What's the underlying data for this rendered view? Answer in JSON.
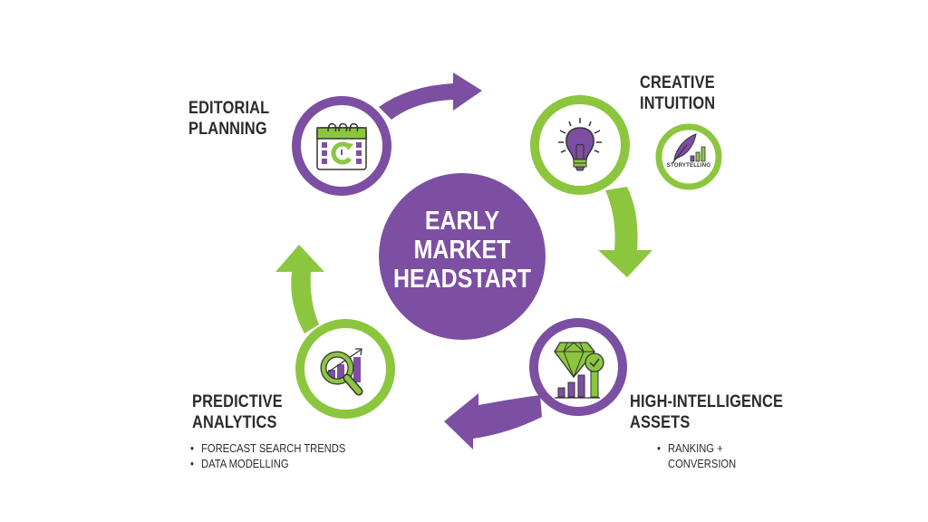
{
  "colors": {
    "purple": "#7c4fa3",
    "green": "#8cc63f",
    "text": "#2b2b2b",
    "background": "#ffffff"
  },
  "center": {
    "lines": [
      "EARLY",
      "MARKET",
      "HEADSTART"
    ]
  },
  "nodes": [
    {
      "id": "editorial-planning",
      "title_lines": [
        "EDITORIAL",
        "PLANNING"
      ],
      "ring_color": "purple",
      "icon": "calendar-refresh-icon",
      "bullets": []
    },
    {
      "id": "creative-intuition",
      "title_lines": [
        "CREATIVE",
        "INTUITION"
      ],
      "ring_color": "green",
      "icon": "lightbulb-icon",
      "secondary_icon": "quill-storytelling-icon",
      "secondary_label": "STORYTELLING",
      "bullets": []
    },
    {
      "id": "high-intelligence-assets",
      "title_lines": [
        "HIGH-INTELLIGENCE",
        "ASSETS"
      ],
      "ring_color": "purple",
      "icon": "diamond-growth-chart-icon",
      "bullets": [
        "RANKING +",
        "CONVERSION"
      ]
    },
    {
      "id": "predictive-analytics",
      "title_lines": [
        "PREDICTIVE",
        "ANALYTICS"
      ],
      "ring_color": "green",
      "icon": "magnifier-chart-icon",
      "bullets": [
        "FORECAST SEARCH TRENDS",
        "DATA MODELLING"
      ]
    }
  ],
  "arrows": [
    {
      "from": "editorial-planning",
      "to": "creative-intuition",
      "color": "purple",
      "direction": "right"
    },
    {
      "from": "creative-intuition",
      "to": "high-intelligence-assets",
      "color": "green",
      "direction": "down"
    },
    {
      "from": "high-intelligence-assets",
      "to": "predictive-analytics",
      "color": "purple",
      "direction": "left"
    },
    {
      "from": "predictive-analytics",
      "to": "editorial-planning",
      "color": "green",
      "direction": "up"
    }
  ]
}
